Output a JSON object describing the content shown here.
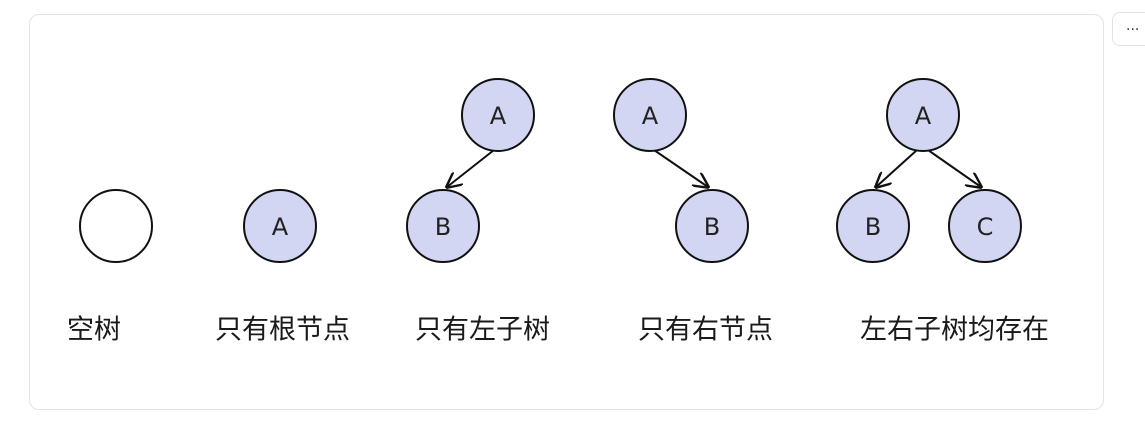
{
  "menu": {
    "more_label": "..."
  },
  "nodes": {
    "root_only": "A",
    "left_root": "A",
    "left_child": "B",
    "right_root": "A",
    "right_child": "B",
    "both_root": "A",
    "both_left": "B",
    "both_right": "C"
  },
  "captions": {
    "empty": "空树",
    "root_only": "只有根节点",
    "left_only": "只有左子树",
    "right_only": "只有右节点",
    "both": "左右子树均存在"
  }
}
